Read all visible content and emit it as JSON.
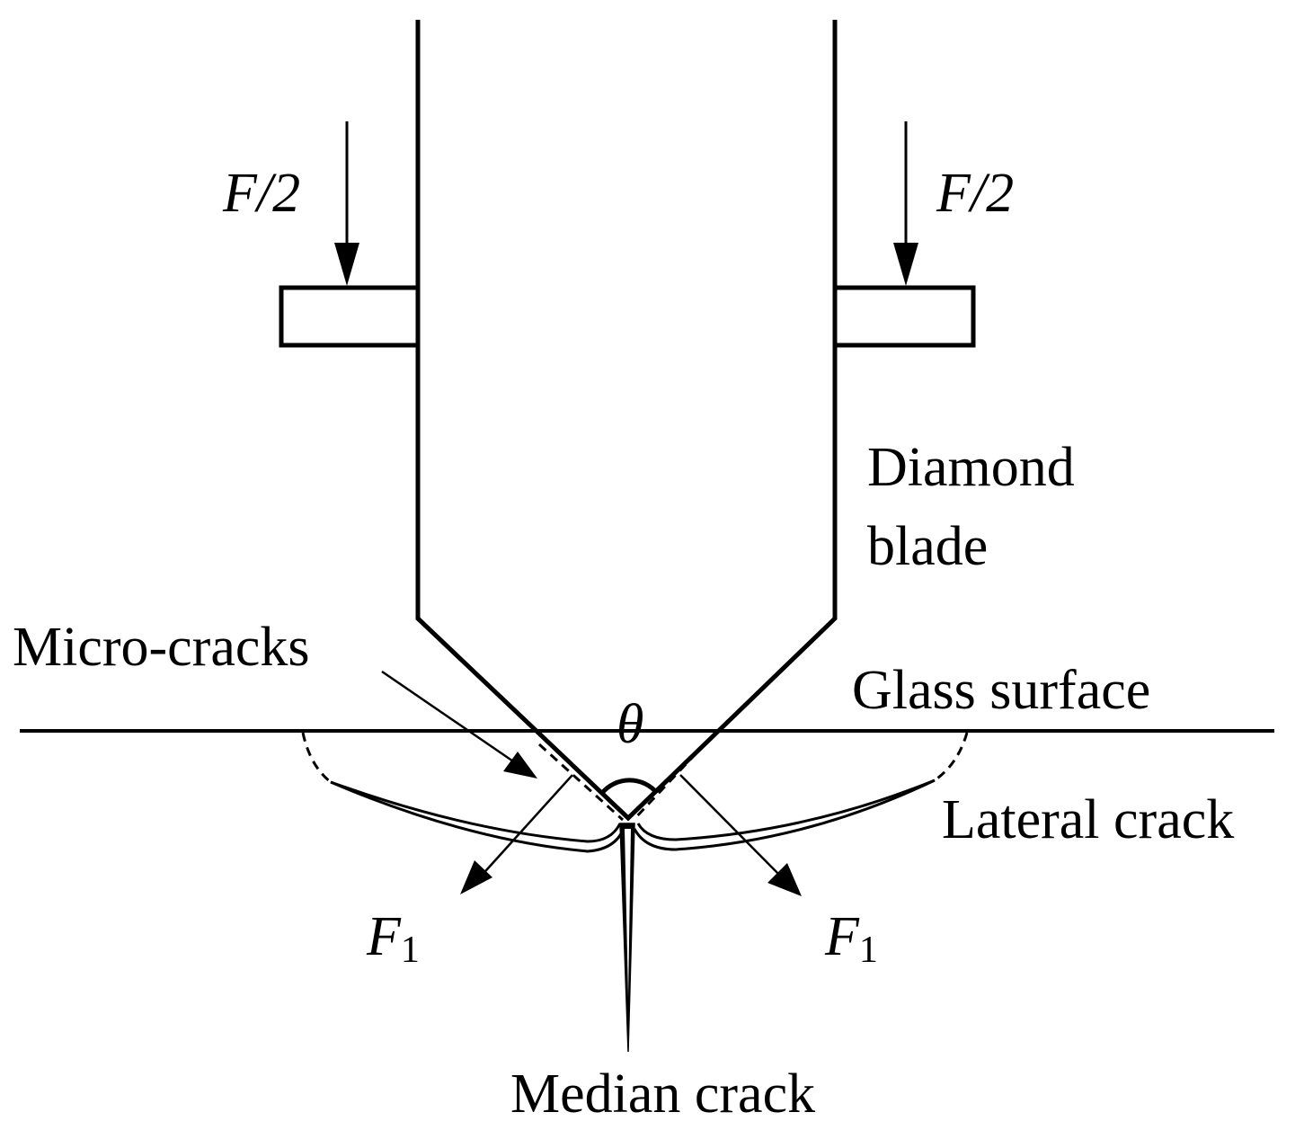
{
  "labels": {
    "force_left": "F/2",
    "force_right": "F/2",
    "blade": [
      "Diamond",
      "blade"
    ],
    "micro_cracks": "Micro-cracks",
    "glass_surface": "Glass surface",
    "theta": "θ",
    "lateral_crack": "Lateral crack",
    "f1_symbol": "F",
    "f1_subscript": "1",
    "median_crack": "Median crack"
  },
  "colors": {
    "line": "#000000",
    "background": "#ffffff"
  }
}
